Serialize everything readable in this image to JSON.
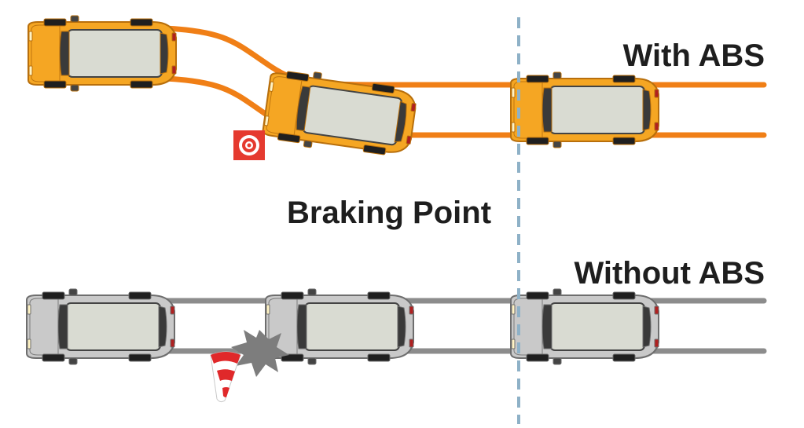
{
  "labels": {
    "with_abs": "With ABS",
    "braking_point": "Braking Point",
    "without_abs": "Without ABS"
  },
  "colors": {
    "abs_track": "#f07f16",
    "abs_car_body": "#f5a623",
    "abs_car_outline": "#b86f0c",
    "no_abs_track": "#8c8c8c",
    "no_abs_car_body": "#c9c9c9",
    "no_abs_car_outline": "#6e6e6e",
    "cabin": "#d9dbd2",
    "wheel": "#1f1f1f",
    "braking_line": "#8eb1c7",
    "target_red": "#e53a2f",
    "cone_red": "#e0282a",
    "crash_star": "#7d7d7d",
    "text": "#1e1e1e"
  },
  "icons": [
    "target-icon",
    "traffic-cone-icon",
    "collision-star-icon"
  ],
  "scenarios": [
    {
      "name": "with-abs",
      "cars": 3,
      "trajectory": "swerve around obstacle, then brake straight"
    },
    {
      "name": "without-abs",
      "cars": 3,
      "trajectory": "straight skid into cone"
    }
  ]
}
